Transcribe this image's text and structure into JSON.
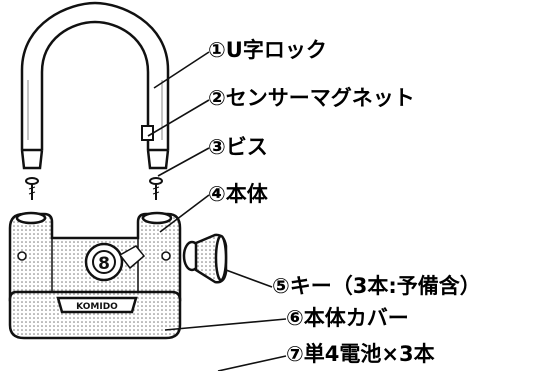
{
  "colors": {
    "ink": "#111111",
    "paper": "#ffffff",
    "shade": "#cfcfcf",
    "dark": "#333333"
  },
  "labels": {
    "u_lock": "①U字ロック",
    "sensor_magnet": "②センサーマグネット",
    "screw": "③ビス",
    "body": "④本体",
    "key": "⑤キー（3本:予備含）",
    "body_cover": "⑥本体カバー",
    "battery": "⑦単4電池×3本"
  },
  "brand_plate": "KOMIDO"
}
